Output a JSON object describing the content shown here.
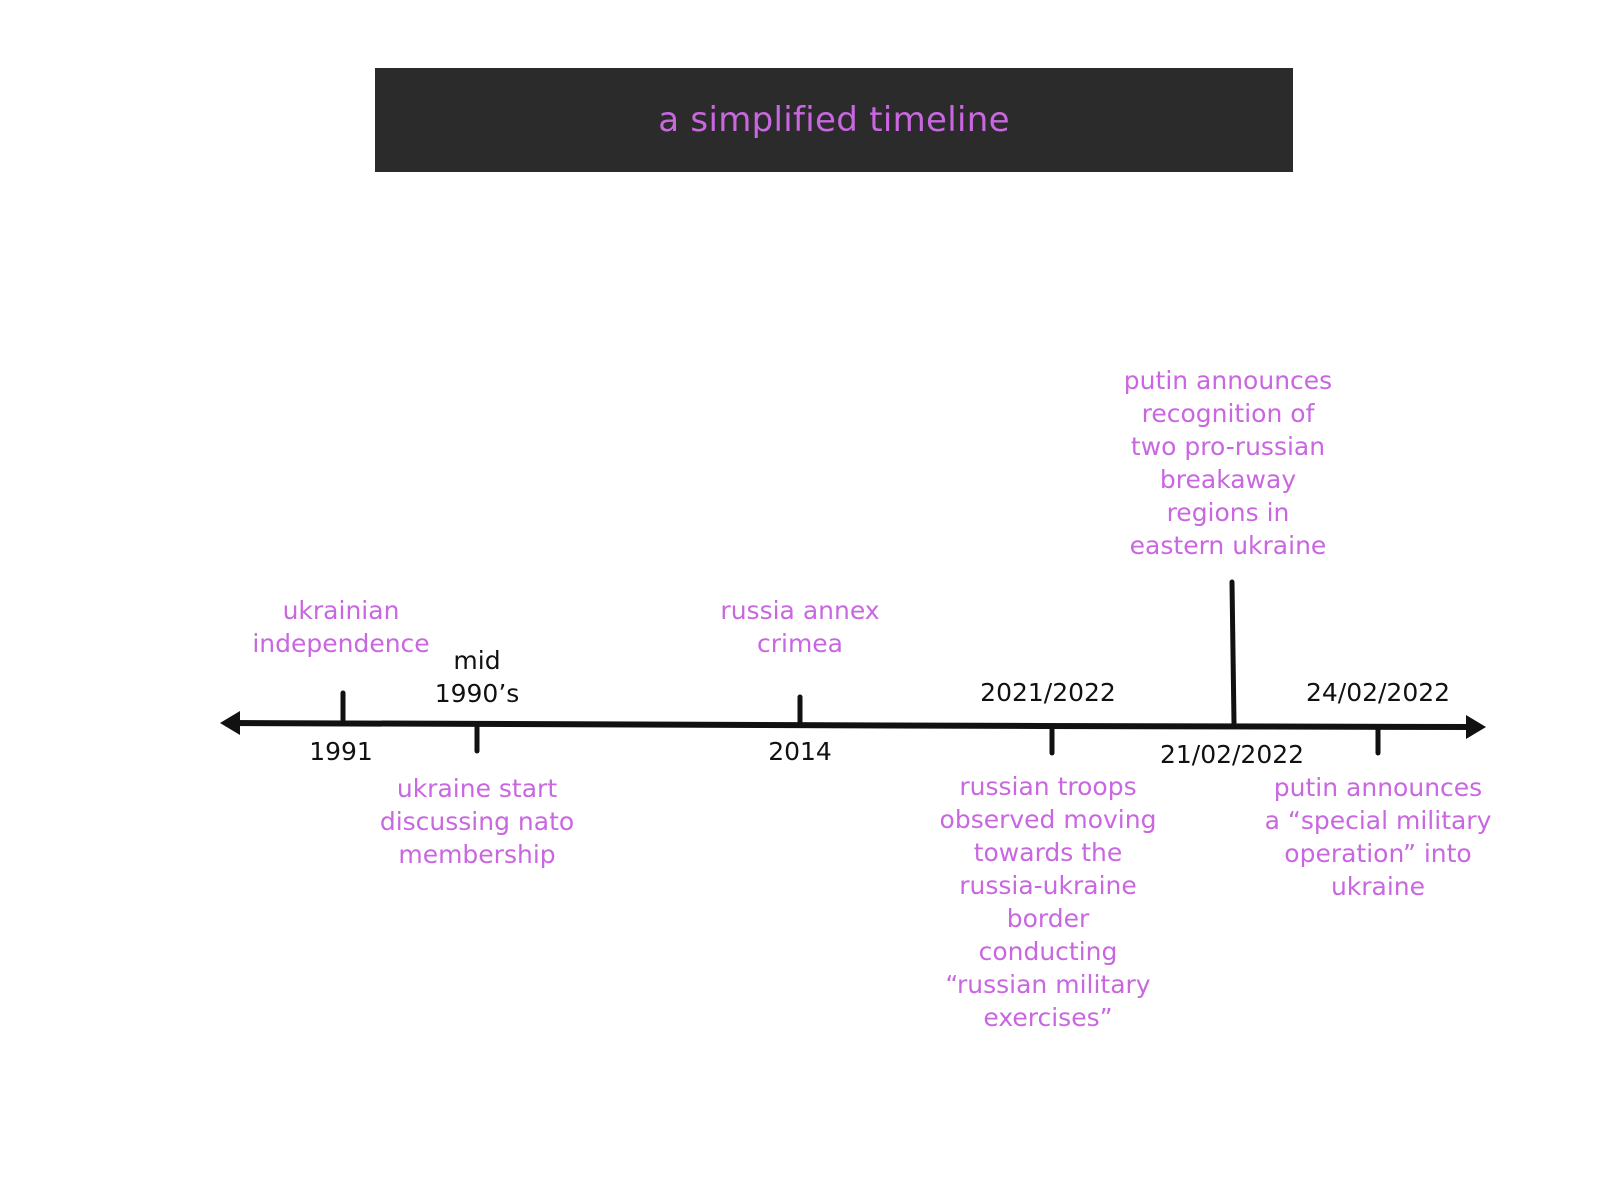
{
  "title": "a simplified timeline",
  "colors": {
    "title_bg": "#2b2b2b",
    "accent": "#c967e0",
    "axis": "#111111"
  },
  "events": [
    {
      "date": "1991",
      "lines": [
        "ukrainian",
        "independence"
      ]
    },
    {
      "date_lines": [
        "mid",
        "1990’s"
      ],
      "lines": [
        "ukraine start",
        "discussing nato",
        "membership"
      ]
    },
    {
      "date": "2014",
      "lines": [
        "russia annex",
        "crimea"
      ]
    },
    {
      "date": "2021/2022",
      "lines": [
        "russian troops",
        "observed moving",
        "towards the",
        "russia-ukraine",
        "border",
        "conducting",
        "“russian military",
        "exercises”"
      ]
    },
    {
      "date": "21/02/2022",
      "lines": [
        "putin announces",
        "recognition of",
        "two pro-russian",
        "breakaway",
        "regions in",
        "eastern ukraine"
      ]
    },
    {
      "date": "24/02/2022",
      "lines": [
        "putin announces",
        "a “special military",
        "operation” into",
        "ukraine"
      ]
    }
  ]
}
